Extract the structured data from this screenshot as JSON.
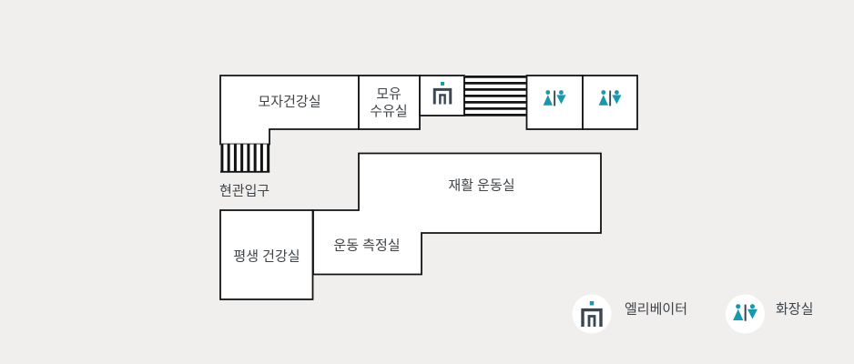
{
  "colors": {
    "background": "#f0efee",
    "wall": "#131313",
    "room_fill": "#ffffff",
    "teal": "#1699ad",
    "icon_dark": "#3a4653",
    "label": "#3f4449"
  },
  "rooms": {
    "mother_child": {
      "label": "모자건강실"
    },
    "nursing": {
      "line1": "모유",
      "line2": "수유실"
    },
    "rehab": {
      "label": "재활 운동실"
    },
    "fitness": {
      "label": "운동 측정실"
    },
    "lifelong": {
      "label": "평생 건강실"
    }
  },
  "entrance": {
    "label": "현관입구"
  },
  "legend": {
    "elevator_label": "엘리베이터",
    "restroom_label": "화장실"
  },
  "icons": {
    "elevator": "elevator-icon",
    "restroom": "restroom-male-female-icon",
    "stairs_top": "stairs-horizontal-icon",
    "stairs_entrance": "stairs-vertical-icon"
  }
}
